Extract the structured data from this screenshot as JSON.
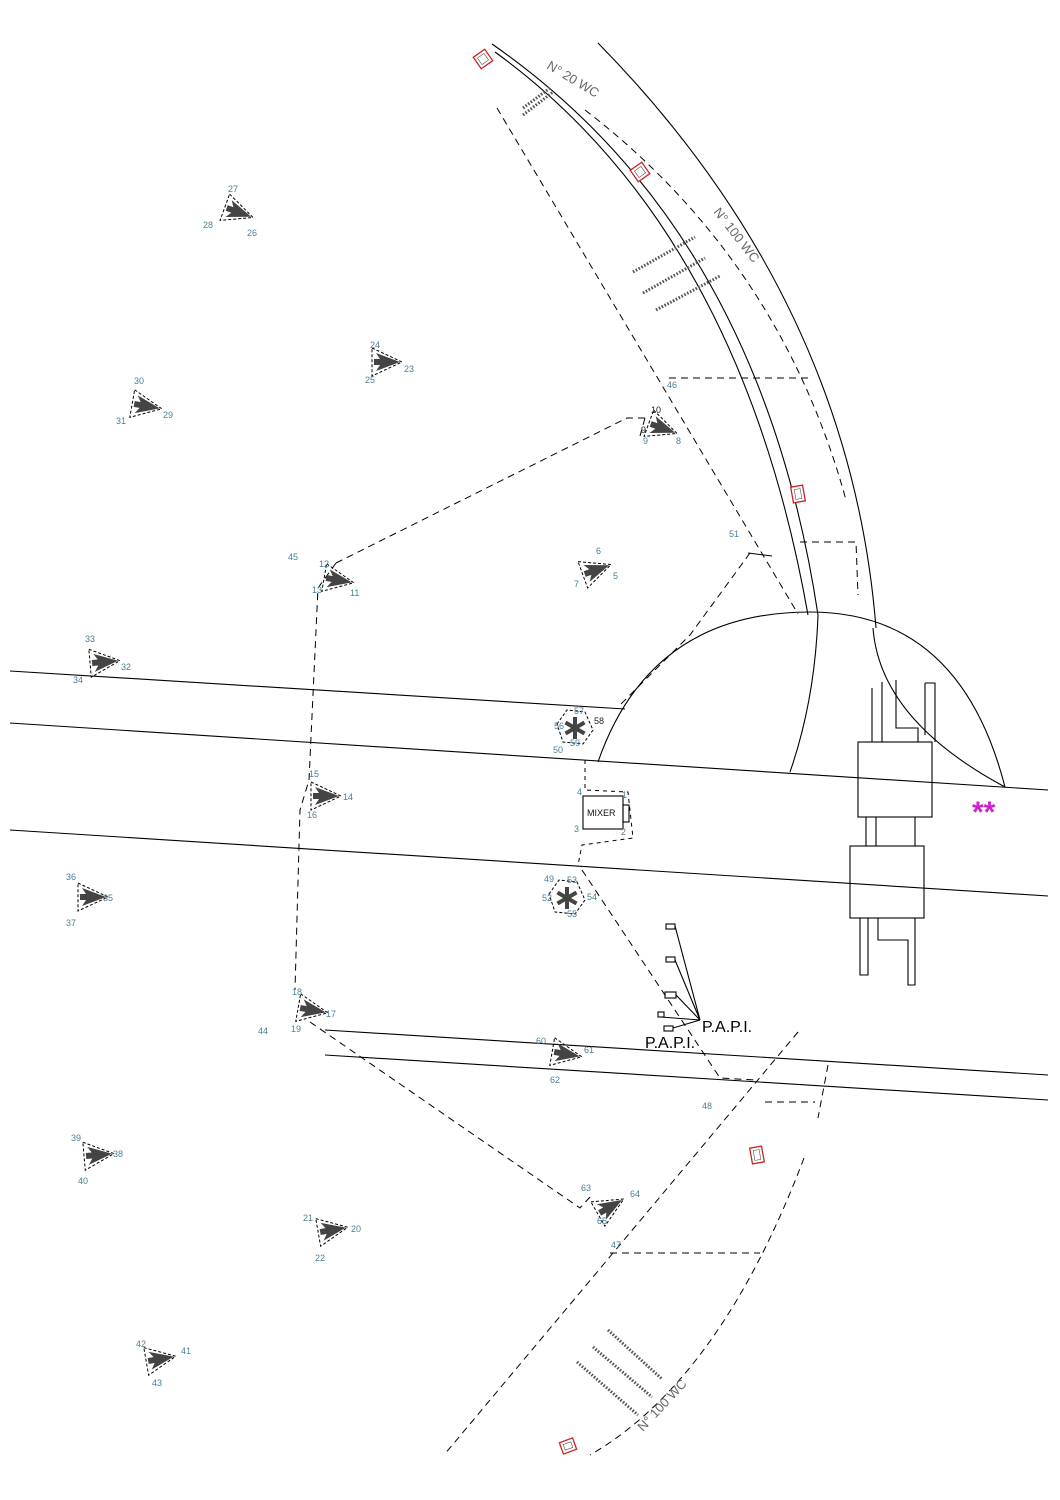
{
  "labels": {
    "arc_top": "N° 20 WC",
    "arc_right": "N° 100 WC",
    "arc_bottom": "N° 100 WC",
    "mixer": "MIXER",
    "papi_1": "P.A.P.I.",
    "papi_2": "P.A.P.I.",
    "stars": "**"
  },
  "colors": {
    "point_numbers": "#4a7f96",
    "red_markers": "#cc2222",
    "stars": "#cc22cc"
  },
  "points": [
    {
      "id": "p1",
      "text": "1"
    },
    {
      "id": "p2",
      "text": "2"
    },
    {
      "id": "p3",
      "text": "3"
    },
    {
      "id": "p4",
      "text": "4"
    },
    {
      "id": "p5",
      "text": "5"
    },
    {
      "id": "p6",
      "text": "6"
    },
    {
      "id": "p7",
      "text": "7"
    },
    {
      "id": "p8",
      "text": "8"
    },
    {
      "id": "p9a",
      "text": "9"
    },
    {
      "id": "p9b",
      "text": "9"
    },
    {
      "id": "p10",
      "text": "10"
    },
    {
      "id": "p11",
      "text": "11"
    },
    {
      "id": "p12",
      "text": "12"
    },
    {
      "id": "p13",
      "text": "13"
    },
    {
      "id": "p14",
      "text": "14"
    },
    {
      "id": "p15",
      "text": "15"
    },
    {
      "id": "p16",
      "text": "16"
    },
    {
      "id": "p17",
      "text": "17"
    },
    {
      "id": "p18",
      "text": "18"
    },
    {
      "id": "p19",
      "text": "19"
    },
    {
      "id": "p20",
      "text": "20"
    },
    {
      "id": "p21",
      "text": "21"
    },
    {
      "id": "p22",
      "text": "22"
    },
    {
      "id": "p23",
      "text": "23"
    },
    {
      "id": "p24",
      "text": "24"
    },
    {
      "id": "p25",
      "text": "25"
    },
    {
      "id": "p26",
      "text": "26"
    },
    {
      "id": "p27",
      "text": "27"
    },
    {
      "id": "p28",
      "text": "28"
    },
    {
      "id": "p29",
      "text": "29"
    },
    {
      "id": "p30",
      "text": "30"
    },
    {
      "id": "p31",
      "text": "31"
    },
    {
      "id": "p32",
      "text": "32"
    },
    {
      "id": "p33",
      "text": "33"
    },
    {
      "id": "p34",
      "text": "34"
    },
    {
      "id": "p35",
      "text": "35"
    },
    {
      "id": "p36",
      "text": "36"
    },
    {
      "id": "p37",
      "text": "37"
    },
    {
      "id": "p38",
      "text": "38"
    },
    {
      "id": "p39",
      "text": "39"
    },
    {
      "id": "p40",
      "text": "40"
    },
    {
      "id": "p41",
      "text": "41"
    },
    {
      "id": "p42",
      "text": "42"
    },
    {
      "id": "p43",
      "text": "43"
    },
    {
      "id": "p44",
      "text": "44"
    },
    {
      "id": "p45",
      "text": "45"
    },
    {
      "id": "p46",
      "text": "46"
    },
    {
      "id": "p47",
      "text": "47"
    },
    {
      "id": "p48",
      "text": "48"
    },
    {
      "id": "p49",
      "text": "49"
    },
    {
      "id": "p50",
      "text": "50"
    },
    {
      "id": "p51",
      "text": "51"
    },
    {
      "id": "p52",
      "text": "52"
    },
    {
      "id": "p53",
      "text": "53"
    },
    {
      "id": "p54",
      "text": "54"
    },
    {
      "id": "p55",
      "text": "55"
    },
    {
      "id": "p56",
      "text": "56"
    },
    {
      "id": "p57",
      "text": "57"
    },
    {
      "id": "p58",
      "text": "58"
    },
    {
      "id": "p59",
      "text": "59"
    },
    {
      "id": "p60",
      "text": "60"
    },
    {
      "id": "p61",
      "text": "61"
    },
    {
      "id": "p62",
      "text": "62"
    },
    {
      "id": "p63",
      "text": "63"
    },
    {
      "id": "p64",
      "text": "64"
    },
    {
      "id": "p65",
      "text": "65"
    }
  ]
}
